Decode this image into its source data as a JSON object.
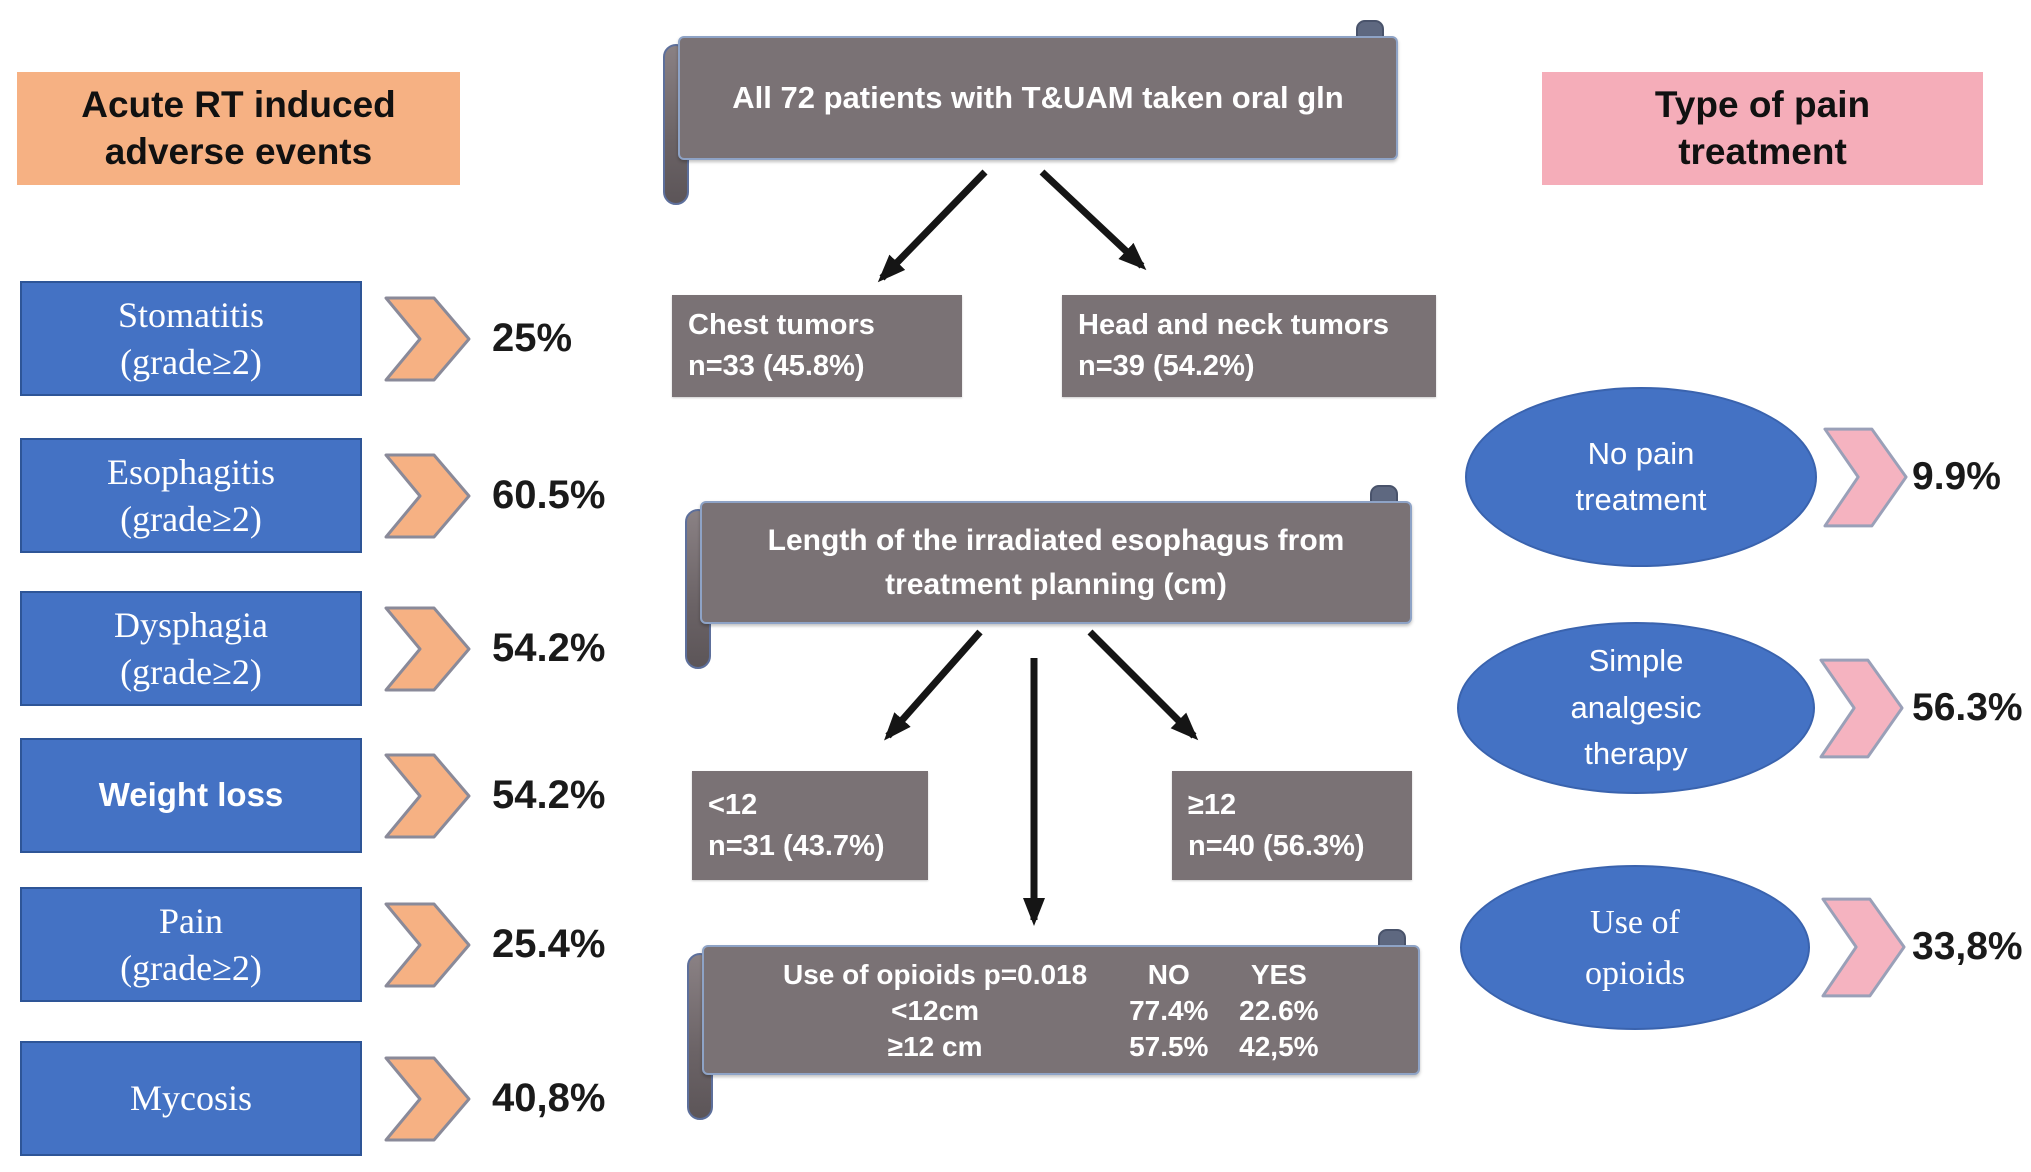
{
  "left_panel": {
    "header": "Acute RT induced\nadverse events",
    "items": [
      {
        "label": "Stomatitis\n(grade≥2)",
        "value": "25%"
      },
      {
        "label": "Esophagitis\n(grade≥2)",
        "value": "60.5%"
      },
      {
        "label": "Dysphagia\n(grade≥2)",
        "value": "54.2%"
      },
      {
        "label": "Weight loss",
        "value": "54.2%"
      },
      {
        "label": "Pain\n(grade≥2)",
        "value": "25.4%"
      },
      {
        "label": "Mycosis",
        "value": "40,8%"
      }
    ]
  },
  "flowchart": {
    "root": "All 72 patients with T&UAM taken oral gln",
    "chest": "Chest tumors\nn=33 (45.8%)",
    "head_neck": "Head and neck tumors\nn=39 (54.2%)",
    "length_scroll": "Length of the irradiated esophagus from\ntreatment planning (cm)",
    "lt12": "<12\nn=31 (43.7%)",
    "ge12": "≥12\nn=40 (56.3%)",
    "opioid_table": {
      "header": {
        "label": "Use of opioids p=0.018",
        "no": "NO",
        "yes": "YES"
      },
      "rows": [
        {
          "label": "<12cm",
          "no": "77.4%",
          "yes": "22.6%"
        },
        {
          "label": "≥12 cm",
          "no": "57.5%",
          "yes": "42,5%"
        }
      ]
    }
  },
  "right_panel": {
    "header": "Type of pain\ntreatment",
    "items": [
      {
        "label": "No pain\ntreatment",
        "value": "9.9%"
      },
      {
        "label": "Simple\nanalgesic\ntherapy",
        "value": "56.3%"
      },
      {
        "label": "Use of\nopioids",
        "value": "33,8%"
      }
    ]
  },
  "colors": {
    "box_blue": "#4472c4",
    "box_blue_border": "#2e5597",
    "scroll_gray": "#7a7275",
    "scroll_border": "#8ea3c6",
    "header_orange": "#f6b183",
    "header_pink": "#f5adb9",
    "chevron_orange": "#f6b183",
    "chevron_pink": "#f5b3c0",
    "arrow_black": "#151515",
    "text_white": "#ffffff",
    "text_black": "#1a1a1a"
  }
}
